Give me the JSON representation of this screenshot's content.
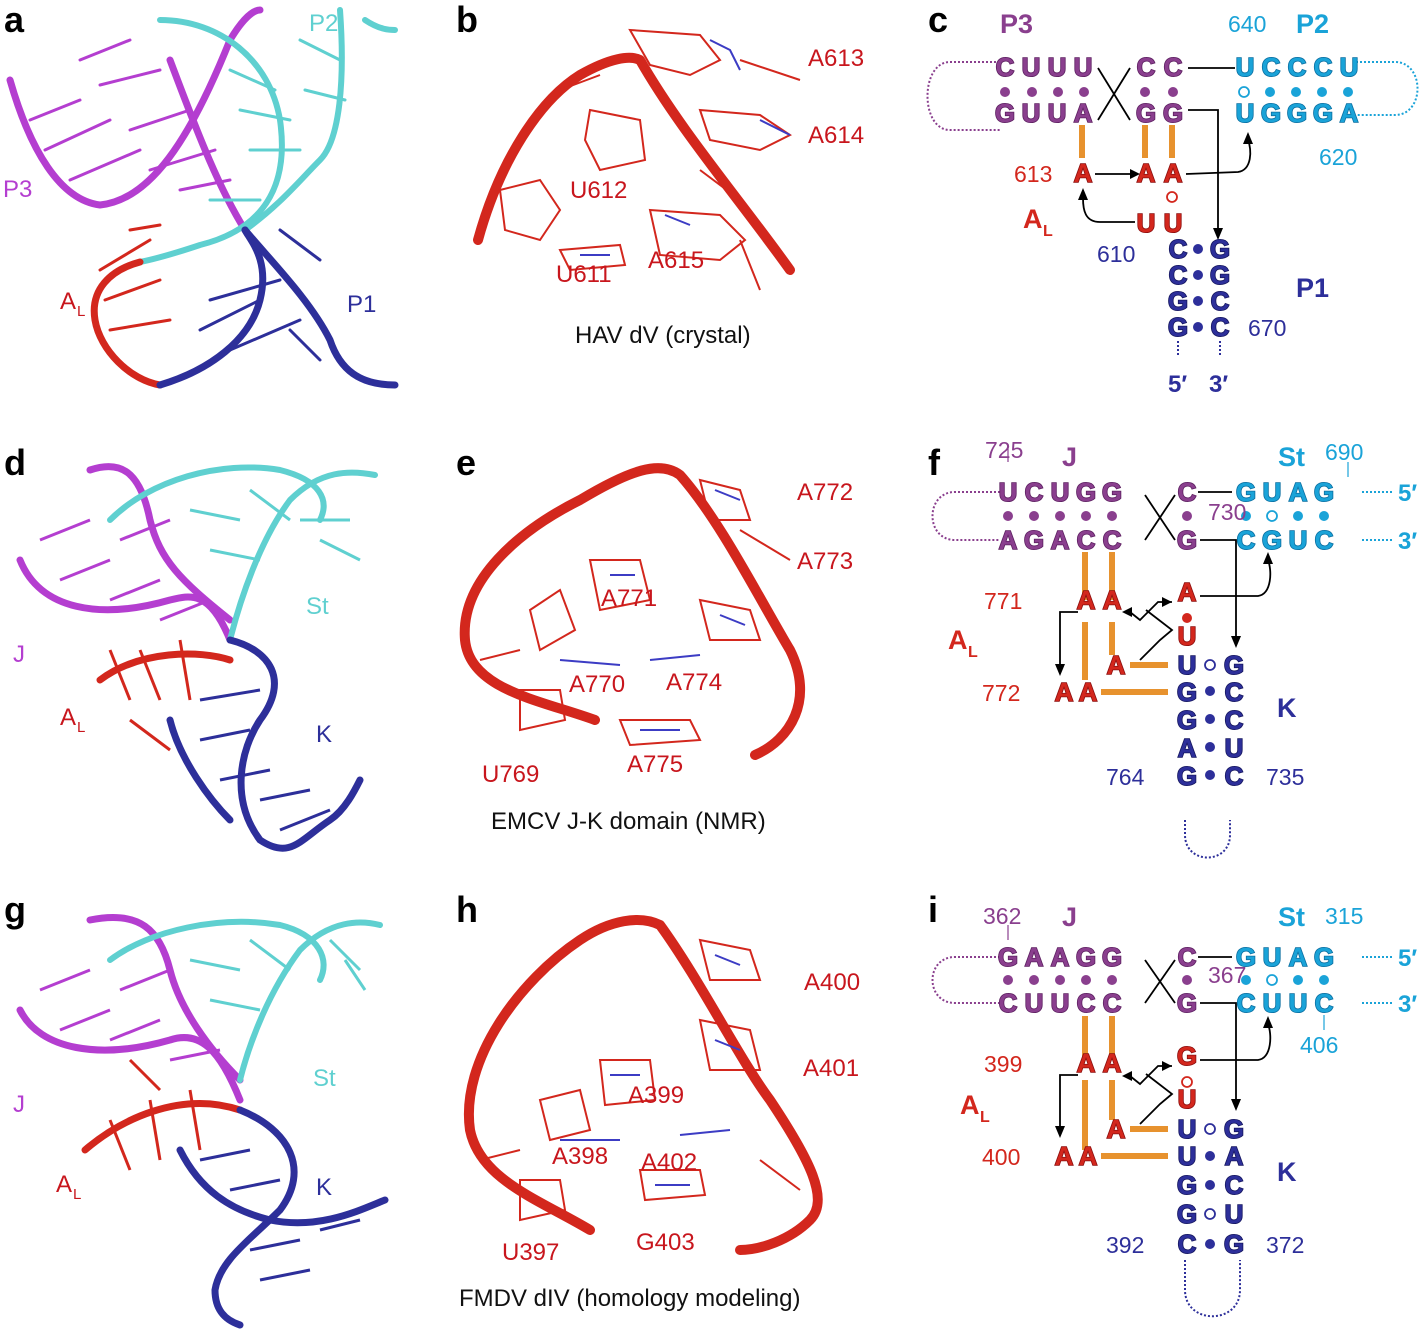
{
  "colors": {
    "magenta": "#b43ed0",
    "cyan": "#5fd0d0",
    "navy": "#2d2f9a",
    "red": "#d3271d",
    "purple": "#8a3f8e",
    "lightblue": "#1aa3d8",
    "orange": "#e7922e"
  },
  "panels": {
    "a": {
      "label": "a",
      "segment_labels": {
        "p3": "P3",
        "p2": "P2",
        "al": "A",
        "al_sub": "L",
        "p1": "P1"
      }
    },
    "b": {
      "label": "b",
      "caption": "HAV dV (crystal)",
      "residues": [
        "A613",
        "A614",
        "U612",
        "A615",
        "U611"
      ]
    },
    "c": {
      "label": "c",
      "domains": {
        "left": "P3",
        "right": "P2",
        "bottom": "P1",
        "al": "A",
        "al_sub": "L"
      },
      "left_top": [
        "C",
        "U",
        "U",
        "U"
      ],
      "left_bottom": [
        "G",
        "U",
        "U",
        "A"
      ],
      "mid_top": [
        "C",
        "C"
      ],
      "mid_bottom": [
        "G",
        "G"
      ],
      "right_top": [
        "U",
        "C",
        "C",
        "C",
        "U"
      ],
      "right_bottom": [
        "U",
        "G",
        "G",
        "G",
        "A"
      ],
      "al_row": [
        "A",
        "A",
        "A"
      ],
      "uu_row": [
        "U",
        "U"
      ],
      "stem_left": [
        "C",
        "C",
        "G",
        "G"
      ],
      "stem_right": [
        "G",
        "G",
        "C",
        "C"
      ],
      "numbers": {
        "n640": "640",
        "n620": "620",
        "n613": "613",
        "n610": "610",
        "n670": "670"
      },
      "ends": {
        "five": "5′",
        "three": "3′"
      }
    },
    "d": {
      "label": "d",
      "segment_labels": {
        "j": "J",
        "st": "St",
        "al": "A",
        "al_sub": "L",
        "k": "K"
      }
    },
    "e": {
      "label": "e",
      "caption": "EMCV J-K domain (NMR)",
      "residues": [
        "A772",
        "A773",
        "A771",
        "A770",
        "A774",
        "U769",
        "A775"
      ]
    },
    "f": {
      "label": "f",
      "domains": {
        "left": "J",
        "right": "St",
        "bottom": "K",
        "al": "A",
        "al_sub": "L"
      },
      "left_top": [
        "U",
        "C",
        "U",
        "G",
        "G"
      ],
      "left_bottom": [
        "A",
        "G",
        "A",
        "C",
        "C"
      ],
      "mid_top": [
        "C"
      ],
      "mid_bottom": [
        "G"
      ],
      "right_top": [
        "G",
        "U",
        "A",
        "G"
      ],
      "right_bottom": [
        "C",
        "G",
        "U",
        "C"
      ],
      "al_top": [
        "A",
        "A"
      ],
      "al_mid": [
        "A",
        "U"
      ],
      "al_low": [
        "A"
      ],
      "al_bottom": [
        "A",
        "A"
      ],
      "stem_left": [
        "U",
        "G",
        "G",
        "A",
        "G"
      ],
      "stem_right": [
        "G",
        "C",
        "C",
        "U",
        "C"
      ],
      "numbers": {
        "n725": "725",
        "n690": "690",
        "n730": "730",
        "n771": "771",
        "n772": "772",
        "n764": "764",
        "n735": "735"
      },
      "ends": {
        "five": "5′",
        "three": "3′"
      }
    },
    "g": {
      "label": "g",
      "segment_labels": {
        "j": "J",
        "st": "St",
        "al": "A",
        "al_sub": "L",
        "k": "K"
      }
    },
    "h": {
      "label": "h",
      "caption": "FMDV dIV (homology modeling)",
      "residues": [
        "A400",
        "A401",
        "A399",
        "A398",
        "A402",
        "U397",
        "G403"
      ]
    },
    "i": {
      "label": "i",
      "domains": {
        "left": "J",
        "right": "St",
        "bottom": "K",
        "al": "A",
        "al_sub": "L"
      },
      "left_top": [
        "G",
        "A",
        "A",
        "G",
        "G"
      ],
      "left_bottom": [
        "C",
        "U",
        "U",
        "C",
        "C"
      ],
      "mid_top": [
        "C"
      ],
      "mid_bottom": [
        "G"
      ],
      "right_top": [
        "G",
        "U",
        "A",
        "G"
      ],
      "right_bottom": [
        "C",
        "U",
        "U",
        "C"
      ],
      "al_top": [
        "A",
        "A"
      ],
      "al_mid": [
        "G",
        "U"
      ],
      "al_low": [
        "A"
      ],
      "al_bottom": [
        "A",
        "A"
      ],
      "stem_left": [
        "U",
        "U",
        "G",
        "G",
        "C"
      ],
      "stem_right": [
        "G",
        "A",
        "C",
        "U",
        "G"
      ],
      "numbers": {
        "n362": "362",
        "n315": "315",
        "n367": "367",
        "n406": "406",
        "n399": "399",
        "n400": "400",
        "n392": "392",
        "n372": "372"
      },
      "ends": {
        "five": "5′",
        "three": "3′"
      }
    }
  }
}
